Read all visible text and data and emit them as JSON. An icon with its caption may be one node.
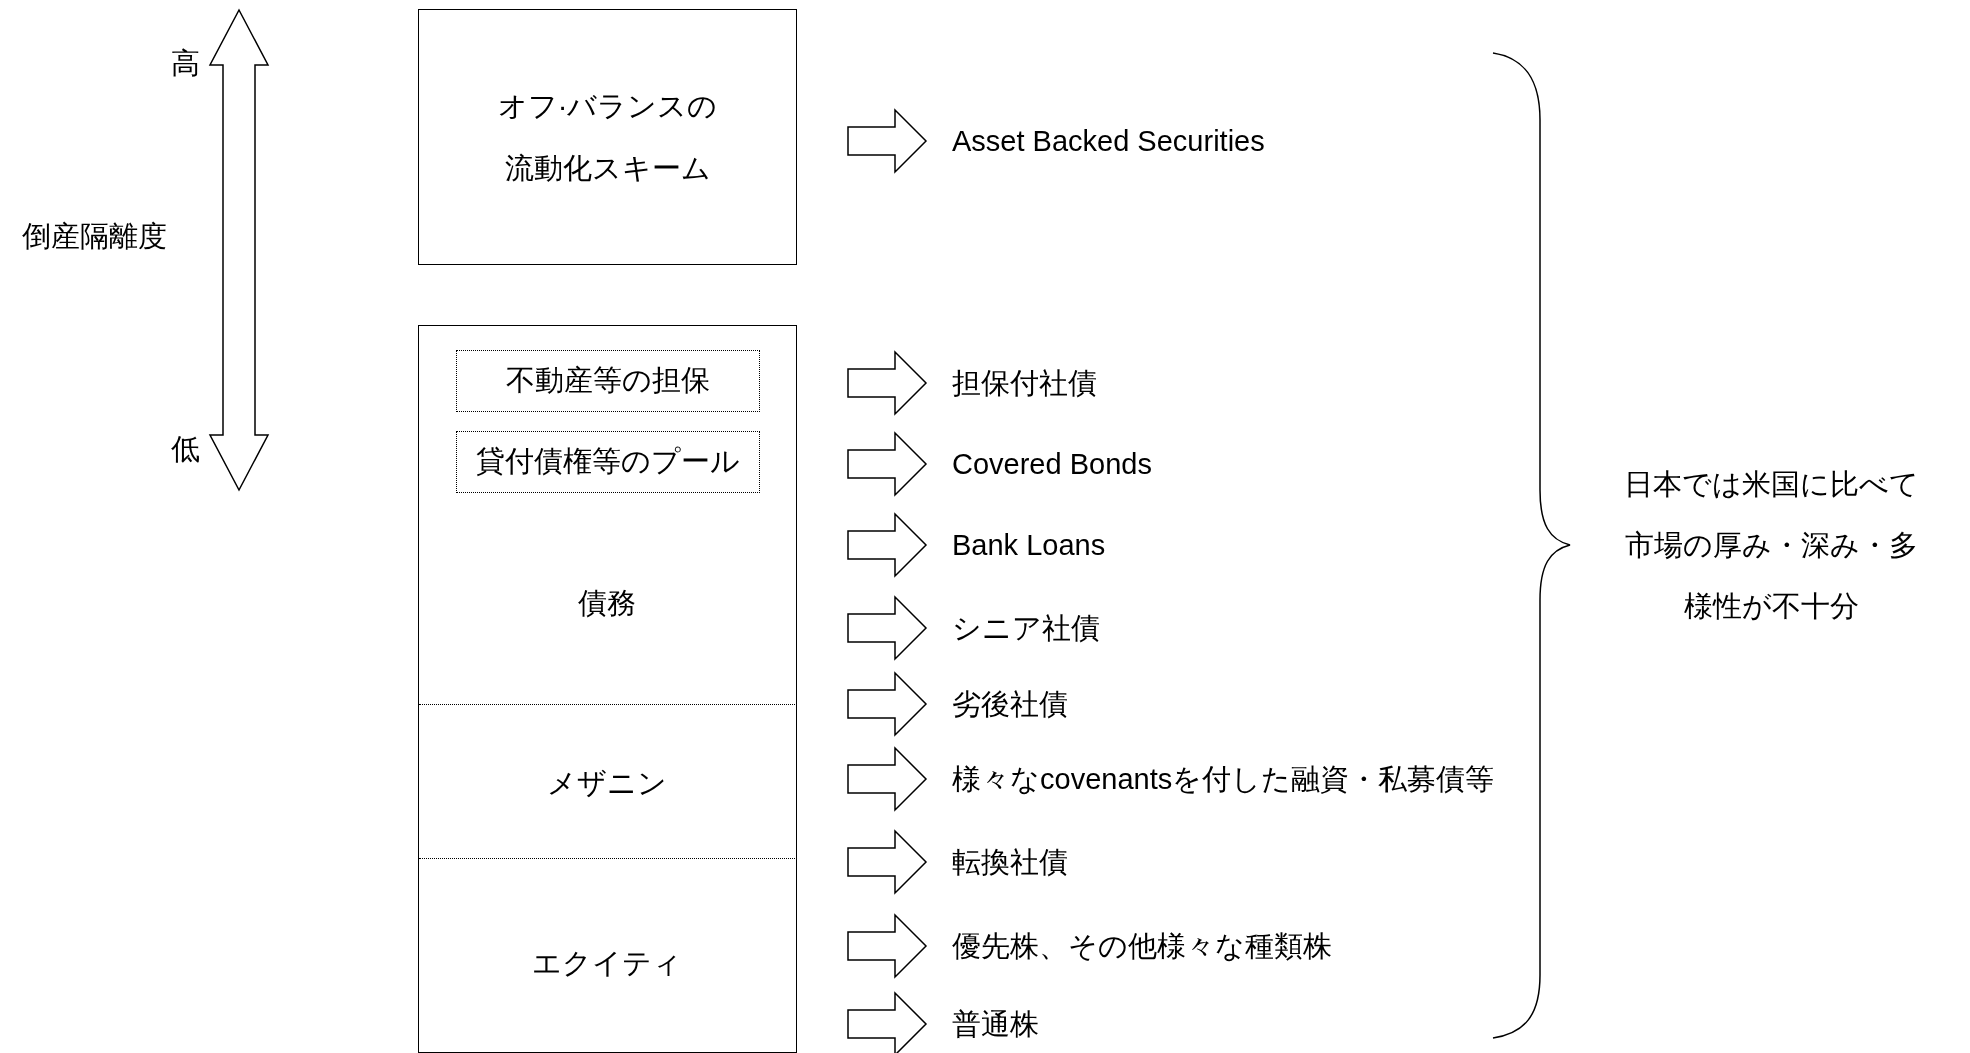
{
  "diagram": {
    "nodes": [
      {
        "text": [
          "オフ·バランスの流動化スキーム"
        ]
      },
      {
        "text": [],
        "shape": "box"
      },
      {
        "text": [
          "債務"
        ],
        "in": 1
      },
      {
        "text": [
          "不動産等の担保"
        ],
        "in": 2
      },
      {
        "text": [
          "貸付債権等のプール"
        ],
        "in": 2
      },
      {
        "text": [
          "メザニン"
        ],
        "in": 1
      },
      {
        "text": [
          "エクイティ"
        ],
        "in": 1
      },
      {
        "text": [
          "Asset Backed Securities"
        ]
      },
      {
        "text": [
          "担保付社債"
        ]
      },
      {
        "text": [
          "Covered Bonds"
        ]
      },
      {
        "text": [
          "Bank Loans"
        ]
      },
      {
        "text": [
          "シニア社債"
        ]
      },
      {
        "text": [
          "劣後社債"
        ]
      },
      {
        "text": [
          "様々なcovenantsを付した融資・私募債等"
        ]
      },
      {
        "text": [
          "転換社債"
        ]
      },
      {
        "text": [
          "優先株、その他様々な種類株"
        ]
      },
      {
        "text": [
          "普通株"
        ]
      }
    ],
    "edges": [
      {
        "from": null,
        "to": 7,
        "arrow": "to"
      },
      {
        "from": null,
        "to": 8,
        "arrow": "to"
      },
      {
        "from": null,
        "to": 9,
        "arrow": "to"
      },
      {
        "from": null,
        "to": 10,
        "arrow": "to"
      },
      {
        "from": null,
        "to": 11,
        "arrow": "to"
      },
      {
        "from": null,
        "to": 12,
        "arrow": "to"
      },
      {
        "from": null,
        "to": 13,
        "arrow": "to"
      },
      {
        "from": null,
        "to": 14,
        "arrow": "to"
      },
      {
        "from": null,
        "to": 15,
        "arrow": "to"
      },
      {
        "from": null,
        "to": 16,
        "arrow": "to"
      }
    ],
    "labels": [
      "高",
      "倒産隔離度",
      "低",
      "日本では米国に比べて市場の厚み・深み・多様性が不十分"
    ]
  }
}
